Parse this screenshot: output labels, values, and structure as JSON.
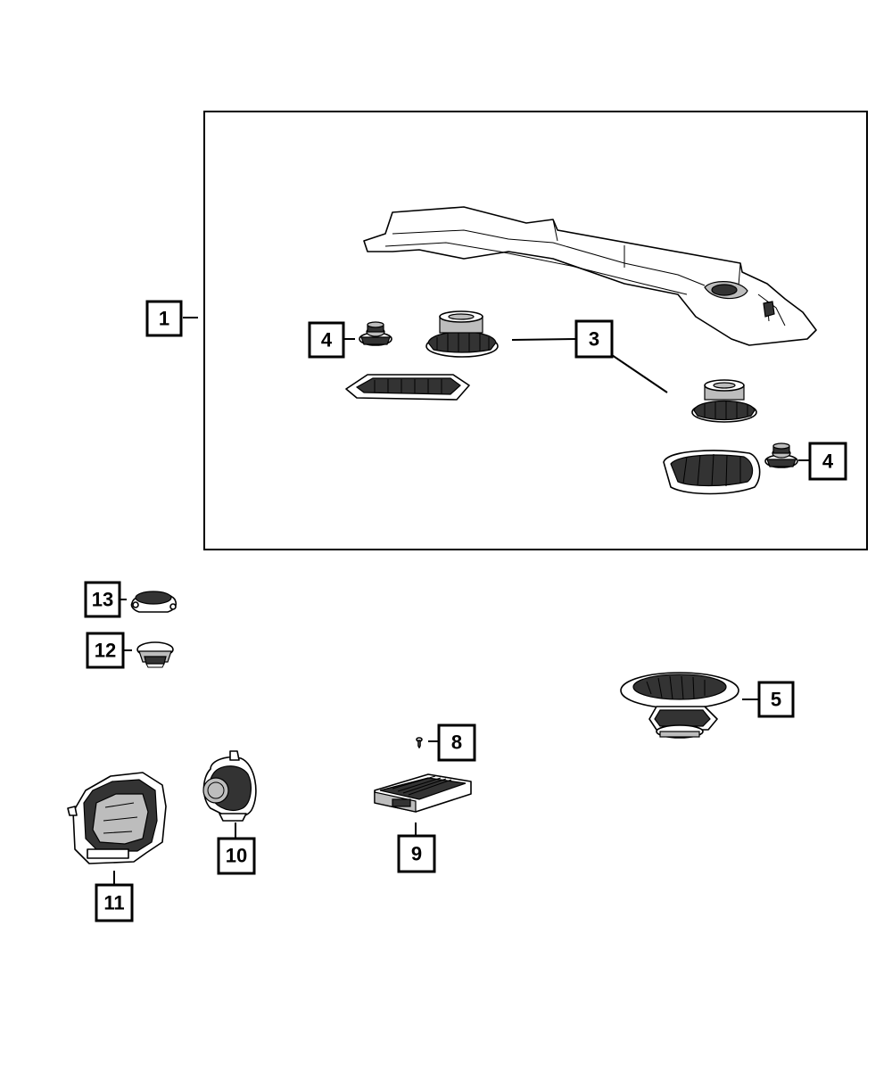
{
  "callouts": {
    "c1": "1",
    "c3": "3",
    "c4a": "4",
    "c4b": "4",
    "c5": "5",
    "c8": "8",
    "c9": "9",
    "c10": "10",
    "c11": "11",
    "c12": "12",
    "c13": "13"
  },
  "colors": {
    "line": "#000000",
    "background": "#ffffff",
    "shade": "#333333"
  }
}
